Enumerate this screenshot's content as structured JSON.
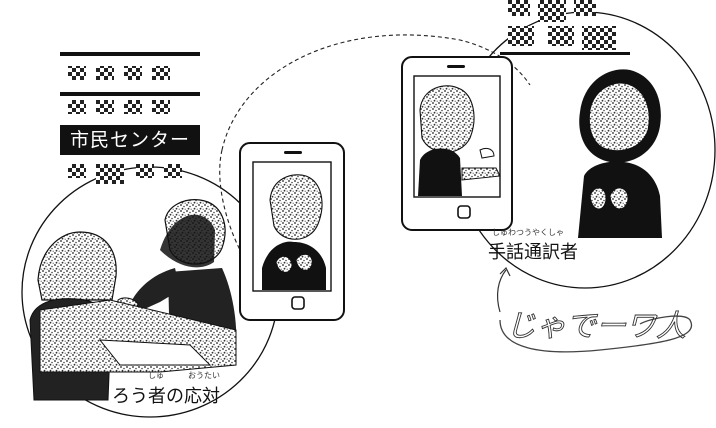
{
  "labels": {
    "center_sign": "市民センター",
    "left_caption": "ろう者の応対",
    "left_caption_ruby_1": "しゅ",
    "left_caption_ruby_2": "おうたい",
    "right_caption": "手話通訳者",
    "right_caption_ruby": "しゅわつうやくしゃ",
    "handwritten_note": "じゃでーワ人"
  },
  "colors": {
    "ink": "#111111",
    "noise": "#777777",
    "background": "#ffffff"
  }
}
